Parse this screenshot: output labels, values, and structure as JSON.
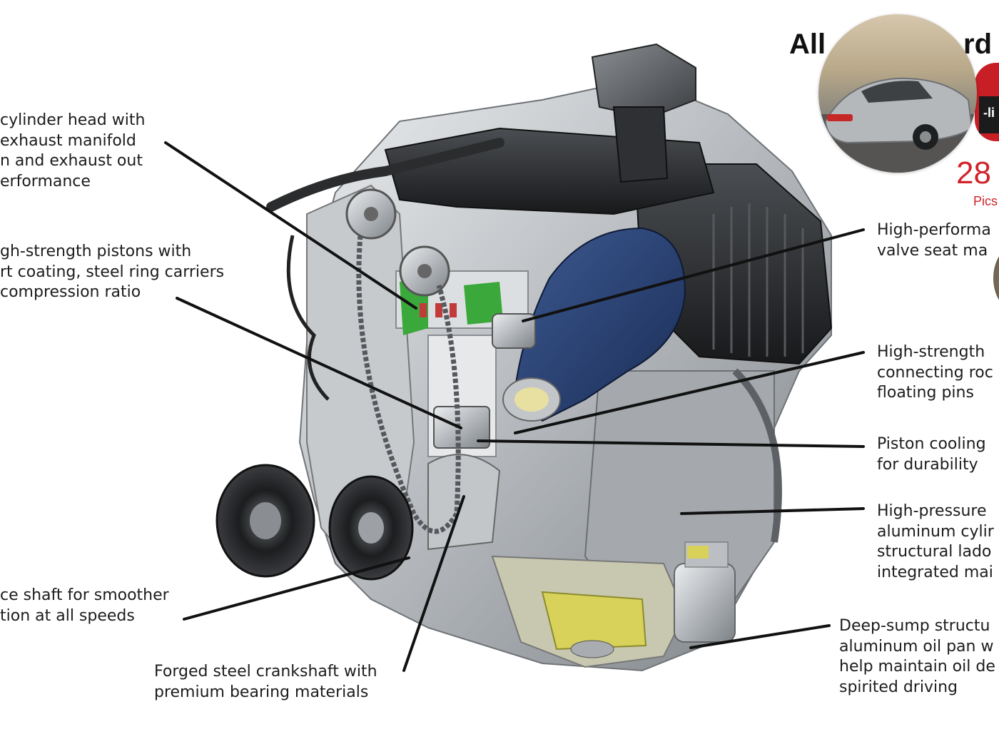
{
  "callouts": {
    "cylinder_head": [
      "cylinder head with",
      "exhaust manifold",
      "n and exhaust out",
      "erformance"
    ],
    "pistons": [
      "gh-strength pistons with",
      "rt coating, steel ring carriers",
      "compression ratio"
    ],
    "balance_shaft": [
      "ce shaft for smoother",
      "tion at all speeds"
    ],
    "crankshaft": [
      "Forged steel crankshaft with",
      "premium bearing materials"
    ],
    "valve_seat": [
      "High-performa",
      "valve seat ma"
    ],
    "connecting_rods": [
      "High-strength",
      "connecting roc",
      "floating pins"
    ],
    "piston_cooling": [
      "Piston cooling",
      "for durability"
    ],
    "block": [
      "High-pressure",
      "aluminum cylir",
      "structural lado",
      "integrated mai"
    ],
    "oil_pan": [
      "Deep-sump structu",
      "aluminum oil pan w",
      "help maintain oil de",
      "spirited driving"
    ]
  },
  "promo": {
    "title_left": "All",
    "title_right": "rd",
    "badge_text": "-li",
    "count": "28",
    "sub": "Pics"
  },
  "colors": {
    "leader": "#111111",
    "promo_red": "#d0232a",
    "intake_blue": "#223a6b",
    "cutaway_green": "#3aa83a",
    "sump_yellow": "#d8d25a"
  }
}
